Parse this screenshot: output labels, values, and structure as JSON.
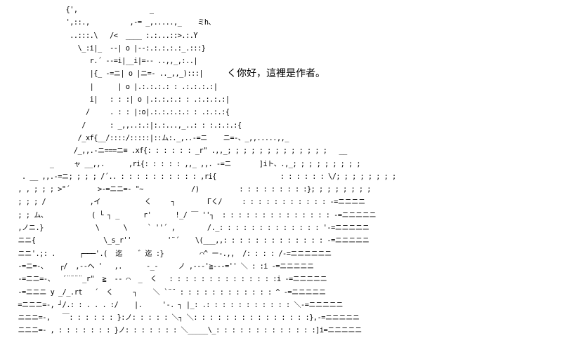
{
  "speech_text": "く你好，這裡是作者。",
  "art_lines": [
    "              {',                  _",
    "              ',::.,          ,-= _,.....,_    ミh、",
    "               ..:::.\\   /<  ____ :.:...::>.:.Y",
    "                 \\_:i|_  --| o |--:.:.:.:.:_.:::}",
    "                    r.´ --=i|__i|=-- ..,,_,:..|",
    "                    |{_ -=ニ| o |ニ=- .._,,_):::|",
    "                    |      | o |.:.:.:.: : .:.:.:.:|",
    "                    i|   : : :| o |.:.:.:.: : .:.:.:.:|",
    "                   /     . : : |:o|.:.:.:.:.: : .:.:.:{",
    "                  /      : _,,..:.:|:.:...,_..: : :.:.:.:{",
    "                 /_xf{__/::::/:::::|::ム:._,..-=ニ    ニ=-、_,,.....,,_",
    "                /_,,.-ニ===ニ≡ .xf{: : : : : : _r\" .,,_; ; ; ; ; ; ; ; ; ; ; ; ;   __",
    "          _     ャ __,,.      ,ri{: : : : : ,,_ ,,. -=ニ       ]iト、.,_; ; ; ; ; ; ; ; ;",
    "   . __ ,,.-=ニ; ; ; ; /´.. : : : : : : : : : : ,ri{                : : : : : : \\/; ; ; ; ; ; ; ;",
    "  , , ; ; ; >\"´       >-=ニニ=- \"~            /)          : : : : : : : : :}; ; ; ; ; ; ; ;",
    "  ; ; ; /           ,イ           く     ┐        Γく/     : : : : : : : : : : : -=ニニニニ",
    "  ; ; ム、           ( └ ┐ _      r'      !_/ ￣ ''┐  : : : : : : : : : : : : : : -=ニニニニニ",
    "  ,ノニ.}             \\      \\     ` ''´ ,        /._: : : : : : : : : : : : : '-=ニニニニニ",
    "  ニニ{                 \\_s_r''         '¨´    \\(___,,: : : : : : : : : : : : : -=ニニニニニ",
    "  ニニ'.;: .      ┌───'.(  迄    ゛迄 :}         ⌒^ ー-.,,  /: : : : /-=ニニニニニニ",
    "  -=ニ=-、   ┌/  ,--ヘ '   ,.      -_-     ノ ,---'≧---='' ＼ : :i -=ニニニニニ",
    "  -=ニニ=-、  ´¨¨¨¨_r\"  ≧  -- ⌒  _  く   : : : : : : : : : : : : : :i -=ニニニニニ",
    "  -=ニニニ y _/_.rt   ´  く     ┐    ＼ `¨¨ : : : : : : : : : : : : ^ -=ニニニニニ",
    "  =ニニニ=-, ┘/.: : . . . :/    |.     '-. ┐ |_: .: : : : : : : : : : : ＼-=ニニニニニ",
    "  ニニニ=-,   ￣: : : : : : }:ノ: : : : : ＼┐ ＼: : : : : : : : : : : : : : :},-=ニニニニニ",
    "  ニニニ=- , : : : : : : : }ノ: : : : : : : ＼_____\\_: : : : : : : : : : : : :]i=ニニニニニ"
  ]
}
